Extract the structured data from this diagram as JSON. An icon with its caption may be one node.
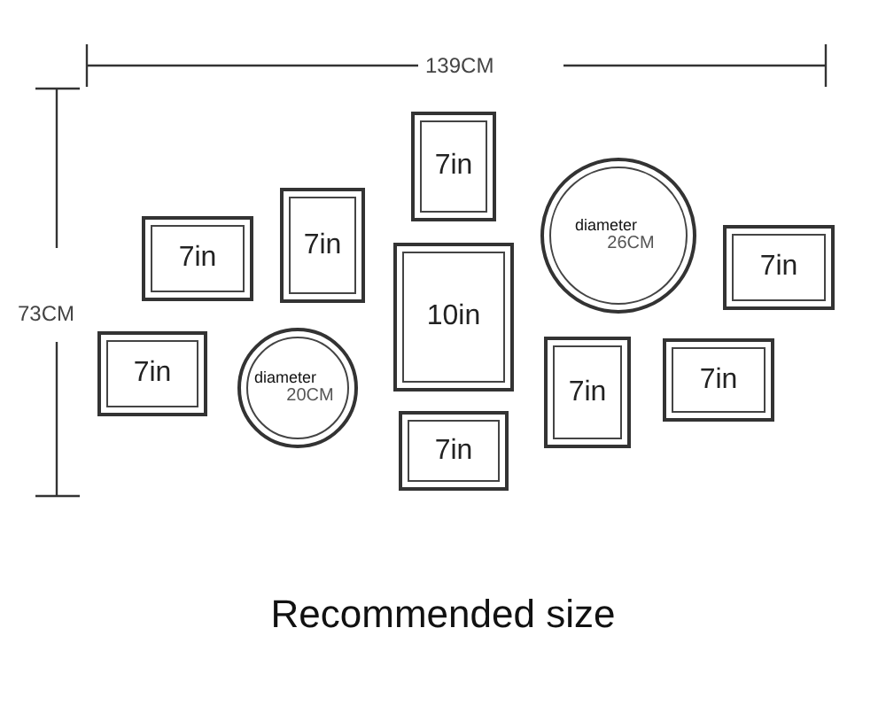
{
  "diagram": {
    "caption": "Recommended size",
    "nodes": [
      {
        "text": [
          "7in"
        ]
      },
      {
        "text": [
          "diameter",
          "26CM"
        ]
      },
      {
        "text": [
          "7in"
        ]
      },
      {
        "text": [
          "7in"
        ]
      },
      {
        "text": [
          "7in"
        ]
      },
      {
        "text": [
          "10in"
        ]
      },
      {
        "text": [
          "7in"
        ]
      },
      {
        "text": [
          "diameter",
          "20CM"
        ]
      },
      {
        "text": [
          "7in"
        ]
      },
      {
        "text": [
          "7in"
        ]
      },
      {
        "text": [
          "7in"
        ]
      }
    ],
    "labels": [
      "139CM",
      "73CM"
    ]
  }
}
